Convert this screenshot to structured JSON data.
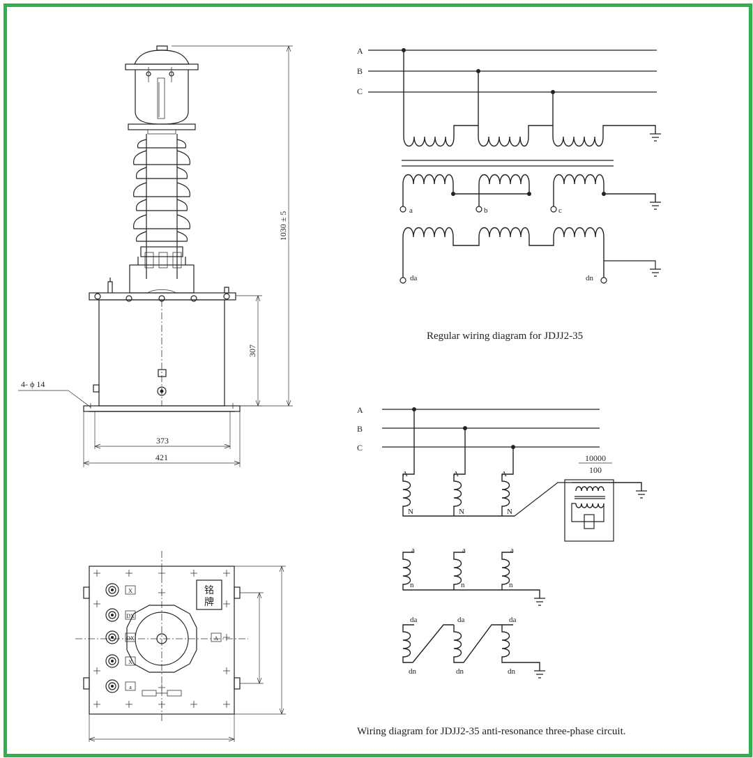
{
  "colors": {
    "frame": "#2db34a",
    "ink": "#222222"
  },
  "drawing": {
    "dim_height": "1030 ± 5",
    "dim_tank_height": "307",
    "dim_inner_width": "373",
    "dim_outer_width": "421",
    "hole_note": "4- ϕ 14",
    "nameplate_line1": "铭",
    "nameplate_line2": "牌",
    "terminal_labels": [
      "X",
      "DX",
      "DX",
      "X",
      "a"
    ],
    "side_terminal": "A"
  },
  "diagram1": {
    "caption": "Regular wiring diagram for JDJJ2-35",
    "phases": [
      "A",
      "B",
      "C"
    ],
    "secondary": [
      "a",
      "b",
      "c"
    ],
    "residual_start": "da",
    "residual_end": "dn"
  },
  "diagram2": {
    "caption": "Wiring diagram for JDJJ2-35 anti-resonance three-phase circuit.",
    "phases": [
      "A",
      "B",
      "C"
    ],
    "primary_top": [
      "A",
      "A",
      "A"
    ],
    "primary_bottom": [
      "N",
      "N",
      "N"
    ],
    "ratio_top": "10000",
    "ratio_bottom": "100",
    "secondary_top": [
      "a",
      "a",
      "a"
    ],
    "secondary_bottom": [
      "n",
      "n",
      "n"
    ],
    "residual_top": [
      "da",
      "da",
      "da"
    ],
    "residual_bottom": [
      "dn",
      "dn",
      "dn"
    ]
  }
}
